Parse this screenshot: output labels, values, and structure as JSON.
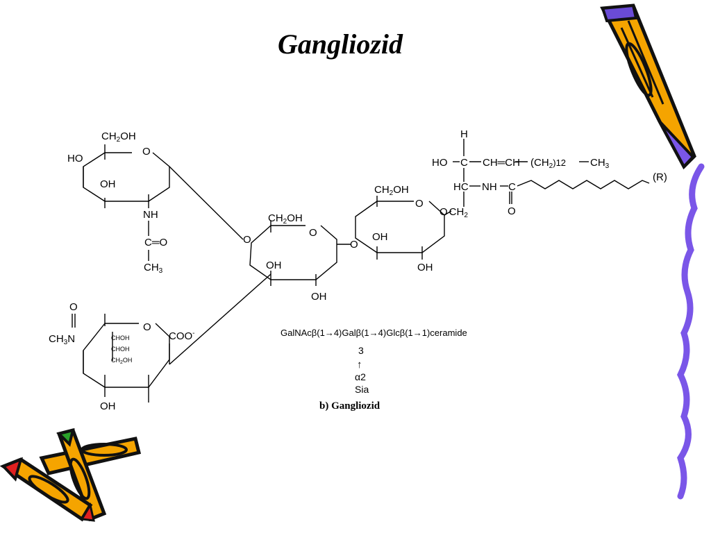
{
  "title": "Gangliozid",
  "caption": "b) Gangliozid",
  "formula": {
    "main": "GalNAcβ(1→4)Galβ(1→4)Glcβ(1→1)ceramide",
    "branch_position": "3",
    "arrow": "↑",
    "branch_linkage": "α2",
    "branch_sugar": "Sia"
  },
  "labels": {
    "ch2oh": "CH",
    "sub2": "2",
    "oh": "OH",
    "ho": "HO",
    "o": "O",
    "nh": "NH",
    "c_eq_o": "C═O",
    "ch3": "CH",
    "sub3": "3",
    "ch3n": "CH",
    "n": "N",
    "coo": "COO",
    "minus": "-",
    "choh": "CHOH",
    "ch2oh_small": "CH",
    "oh_small": "OH",
    "h": "H",
    "c": "C",
    "ch": "CH",
    "hc": "HC",
    "ch_eq_ch": "CH═CH",
    "ch2_paren": "(CH",
    "sub12": ")12",
    "r": "(R)"
  },
  "colors": {
    "crayon_orange": "#f5a400",
    "crayon_outline": "#111111",
    "crayon_tip_purple": "#6a4bd6",
    "crayon_green": "#2aa12a",
    "crayon_red": "#e02020",
    "squiggle": "#7a56e8"
  },
  "decorations": [
    "crayon-top-right-icon",
    "crayon-bottom-left-icon",
    "purple-squiggle-line"
  ]
}
